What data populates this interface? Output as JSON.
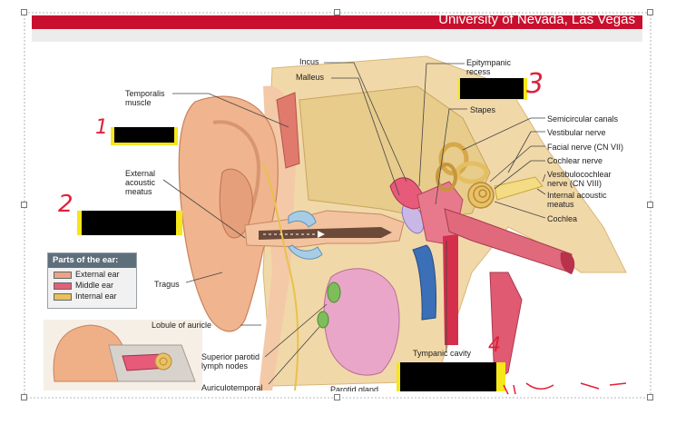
{
  "banner": {
    "text": "University of Nevada, Las Vegas",
    "color": "#c8102e"
  },
  "labels": {
    "incus": "Incus",
    "malleus": "Malleus",
    "epitympanic_recess": "Epitympanic recess",
    "stapes": "Stapes",
    "semicircular_canals": "Semicircular canals",
    "vestibular_nerve": "Vestibular nerve",
    "facial_nerve": "Facial nerve (CN VII)",
    "cochlear_nerve": "Cochlear nerve",
    "vestibulocochlear_nerve": "Vestibulocochlear nerve (CN VIII)",
    "internal_acoustic_meatus": "Internal acoustic meatus",
    "cochlea": "Cochlea",
    "temporalis_muscle": "Temporalis muscle",
    "external_acoustic_meatus": "External acoustic meatus",
    "tragus": "Tragus",
    "lobule_of_auricle": "Lobule of auricle",
    "superior_parotid_lymph_nodes": "Superior parotid lymph nodes",
    "tympanic_cavity": "Tympanic cavity",
    "auriculotemporal": "Auriculotemporal",
    "parotid_gland": "Parotid gland"
  },
  "legend": {
    "title": "Parts of the ear:",
    "items": [
      {
        "label": "External ear",
        "color": "#e9a48a"
      },
      {
        "label": "Middle ear",
        "color": "#e0607a"
      },
      {
        "label": "Internal ear",
        "color": "#e8c060"
      }
    ]
  },
  "annotations": {
    "n1": "1",
    "n2": "2",
    "n3": "3",
    "n4": "4",
    "highlight_color": "#f5e71a",
    "ink_color": "#e0203a"
  }
}
